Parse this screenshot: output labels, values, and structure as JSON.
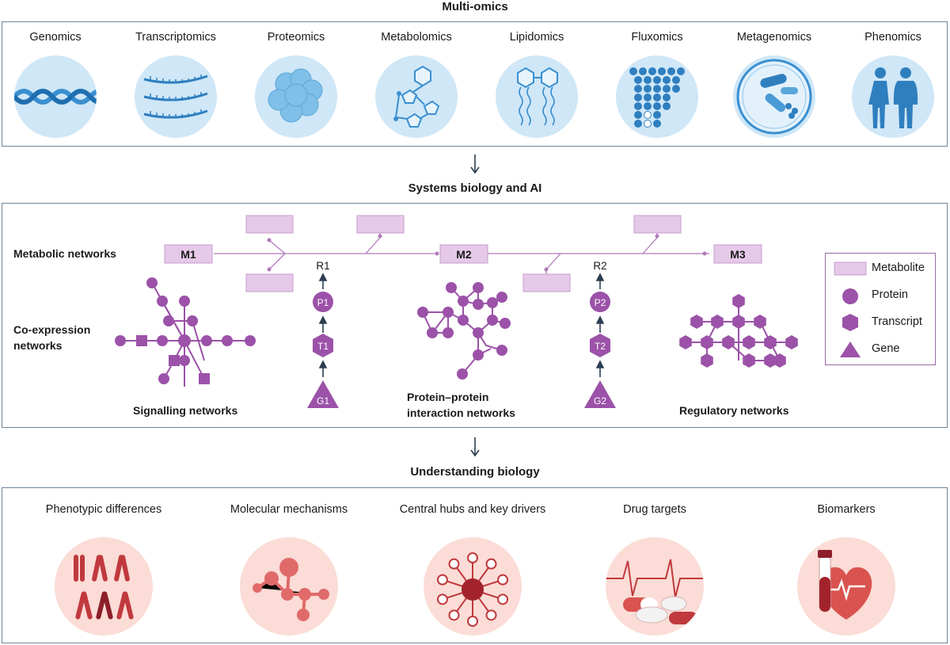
{
  "sections": {
    "omics_title": "Multi-omics",
    "systems_title": "Systems biology and AI",
    "understanding_title": "Understanding biology"
  },
  "omics": [
    {
      "label": "Genomics",
      "icon": "dna-icon"
    },
    {
      "label": "Transcriptomics",
      "icon": "rna-strands-icon"
    },
    {
      "label": "Proteomics",
      "icon": "protein-blob-icon"
    },
    {
      "label": "Metabolomics",
      "icon": "metabolite-molecule-icon"
    },
    {
      "label": "Lipidomics",
      "icon": "lipid-icon"
    },
    {
      "label": "Fluxomics",
      "icon": "flux-dots-icon"
    },
    {
      "label": "Metagenomics",
      "icon": "petri-dish-microbes-icon"
    },
    {
      "label": "Phenomics",
      "icon": "human-figures-icon"
    }
  ],
  "networks": {
    "metabolic_label": "Metabolic networks",
    "coexpression_label": "Co-expression\nnetworks",
    "signalling_label": "Signalling networks",
    "ppi_label": "Protein–protein\ninteraction networks",
    "regulatory_label": "Regulatory networks",
    "metabolites": [
      "M1",
      "M2",
      "M3"
    ],
    "reactions": [
      "R1",
      "R2"
    ],
    "proteins": [
      "P1",
      "P2"
    ],
    "transcripts": [
      "T1",
      "T2"
    ],
    "genes": [
      "G1",
      "G2"
    ]
  },
  "legend": [
    {
      "label": "Metabolite",
      "icon": "metabolite-rect-icon"
    },
    {
      "label": "Protein",
      "icon": "protein-circle-icon"
    },
    {
      "label": "Transcript",
      "icon": "transcript-hexagon-icon"
    },
    {
      "label": "Gene",
      "icon": "gene-triangle-icon"
    }
  ],
  "understanding": [
    {
      "label": "Phenotypic differences",
      "icon": "chromosomes-icon"
    },
    {
      "label": "Molecular mechanisms",
      "icon": "molecule-icon"
    },
    {
      "label": "Central hubs and key drivers",
      "icon": "hub-network-icon"
    },
    {
      "label": "Drug targets",
      "icon": "pills-heartbeat-icon"
    },
    {
      "label": "Biomarkers",
      "icon": "blood-tube-heart-icon"
    }
  ],
  "colors": {
    "omics_circle": "#cfe7f7",
    "omics_icon": "#3a8fd0",
    "network_purple": "#9b52a8",
    "metabolite_fill": "#e6c9e9",
    "understanding_circle": "#fbdcd6",
    "understanding_icon": "#b5393e",
    "panel_border": "#6f8598"
  }
}
